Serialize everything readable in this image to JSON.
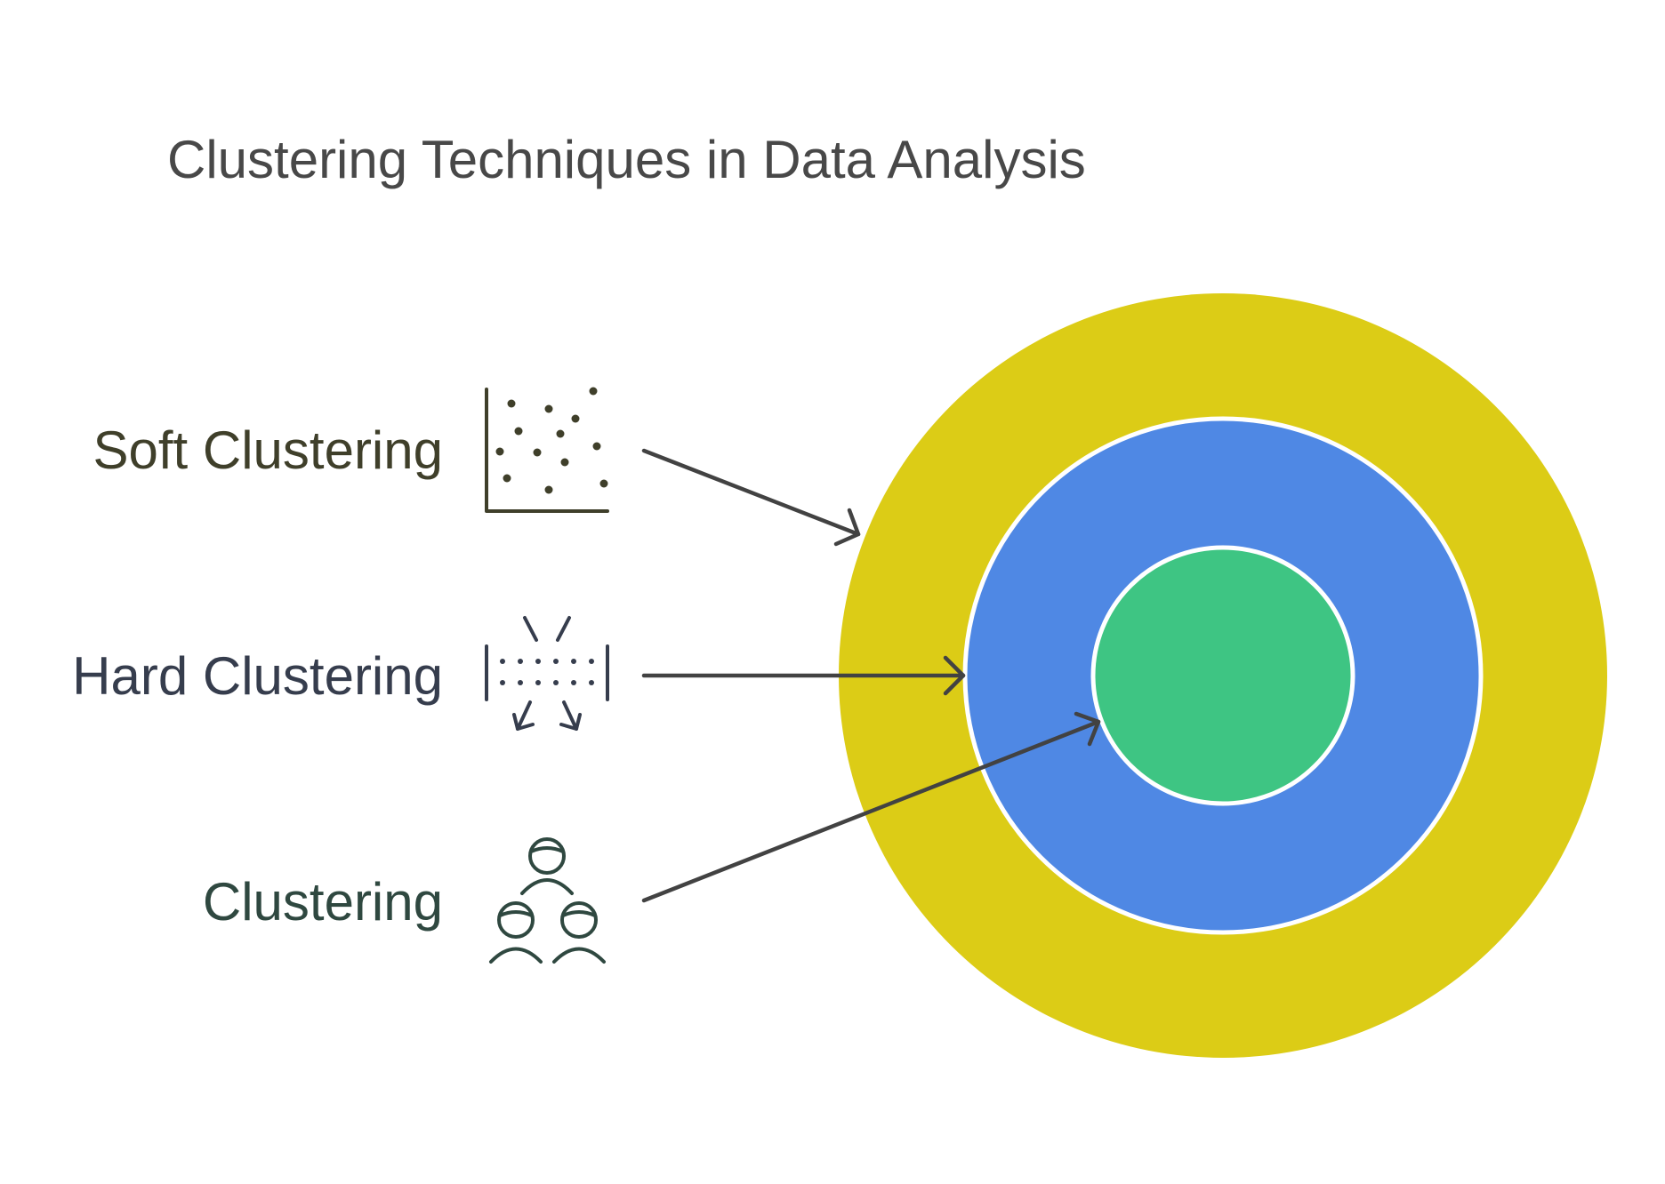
{
  "title": "Clustering Techniques in Data Analysis",
  "items": [
    {
      "label": "Soft Clustering",
      "icon": "scatter-plot-icon",
      "color": "#3f3f2a"
    },
    {
      "label": "Hard Clustering",
      "icon": "split-clusters-icon",
      "color": "#363d4d"
    },
    {
      "label": "Clustering",
      "icon": "people-group-icon",
      "color": "#2f4840"
    }
  ],
  "rings": [
    {
      "name": "outer-ring",
      "color": "#dccc16"
    },
    {
      "name": "middle-ring",
      "color": "#4f88e4"
    },
    {
      "name": "inner-ring",
      "color": "#3ec583"
    }
  ],
  "arrow_color": "#424242"
}
